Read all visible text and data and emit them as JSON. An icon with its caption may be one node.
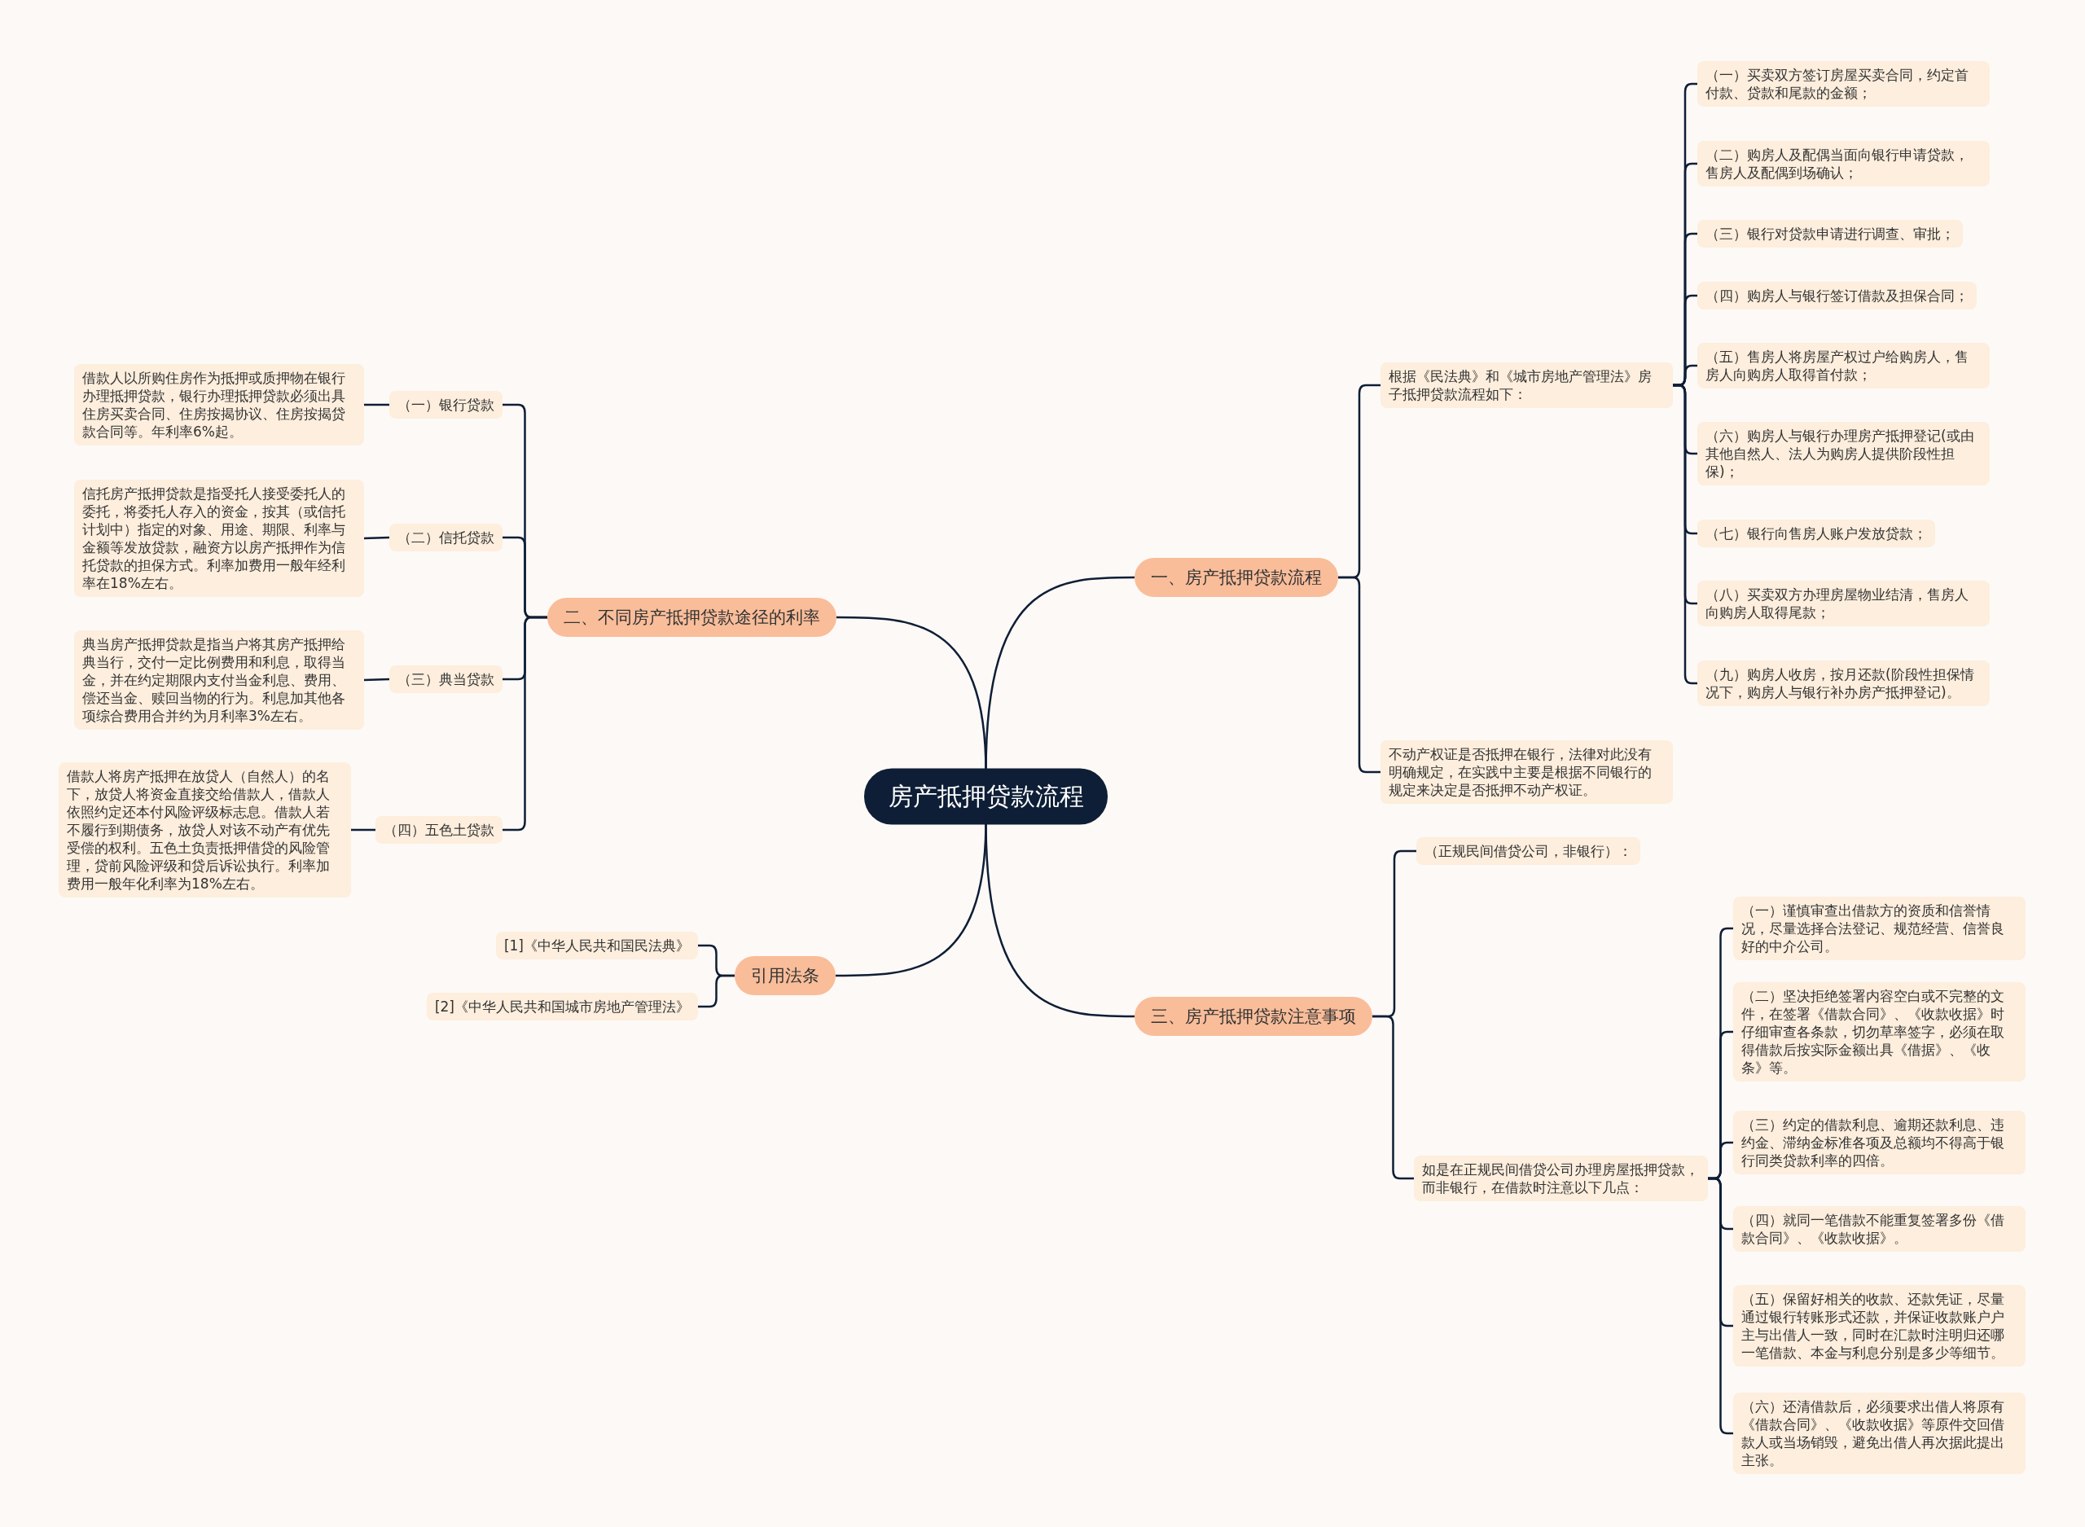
{
  "diagram": {
    "nodes": [
      {
        "text": [
          "房产抵押贷款流程"
        ]
      },
      {
        "text": [
          "一、房产抵押贷款流程"
        ]
      },
      {
        "text": [
          "根据《民法典》和《城市房地产管理法》房子抵押贷款流程如下："
        ]
      },
      {
        "text": [
          "（一）买卖双方签订房屋买卖合同，约定首付款、贷款和尾款的金额；"
        ]
      },
      {
        "text": [
          "（二）购房人及配偶当面向银行申请贷款，售房人及配偶到场确认；"
        ]
      },
      {
        "text": [
          "（三）银行对贷款申请进行调查、审批；"
        ]
      },
      {
        "text": [
          "（四）购房人与银行签订借款及担保合同；"
        ]
      },
      {
        "text": [
          "（五）售房人将房屋产权过户给购房人，售房人向购房人取得首付款；"
        ]
      },
      {
        "text": [
          "（六）购房人与银行办理房产抵押登记(或由其他自然人、法人为购房人提供阶段性担保)；"
        ]
      },
      {
        "text": [
          "（七）银行向售房人账户发放贷款；"
        ]
      },
      {
        "text": [
          "（八）买卖双方办理房屋物业结清，售房人向购房人取得尾款；"
        ]
      },
      {
        "text": [
          "（九）购房人收房，按月还款(阶段性担保情况下，购房人与银行补办房产抵押登记)。"
        ]
      },
      {
        "text": [
          "不动产权证是否抵押在银行，法律对此没有明确规定，在实践中主要是根据不同银行的规定来决定是否抵押不动产权证。"
        ]
      },
      {
        "text": [
          "三、房产抵押贷款注意事项"
        ]
      },
      {
        "text": [
          "（正规民间借贷公司，非银行）："
        ]
      },
      {
        "text": [
          "如是在正规民间借贷公司办理房屋抵押贷款，而非银行，在借款时注意以下几点："
        ]
      },
      {
        "text": [
          "（一）谨慎审查出借款方的资质和信誉情况，尽量选择合法登记、规范经营、信誉良好的中介公司。"
        ]
      },
      {
        "text": [
          "（二）坚决拒绝签署内容空白或不完整的文件，在签署《借款合同》、《收款收据》时仔细审查各条款，切勿草率签字，必须在取得借款后按实际金额出具《借据》、《收条》等。"
        ]
      },
      {
        "text": [
          "（三）约定的借款利息、逾期还款利息、违约金、滞纳金标准各项及总额均不得高于银行同类贷款利率的四倍。"
        ]
      },
      {
        "text": [
          "（四）就同一笔借款不能重复签署多份《借款合同》、《收款收据》。"
        ]
      },
      {
        "text": [
          "（五）保留好相关的收款、还款凭证，尽量通过银行转账形式还款，并保证收款账户户主与出借人一致，同时在汇款时注明归还哪一笔借款、本金与利息分别是多少等细节。"
        ]
      },
      {
        "text": [
          "（六）还清借款后，必须要求出借人将原有《借款合同》、《收款收据》等原件交回借款人或当场销毁，避免出借人再次据此提出主张。"
        ]
      },
      {
        "text": [
          "二、不同房产抵押贷款途径的利率"
        ]
      },
      {
        "text": [
          "（一）银行贷款"
        ]
      },
      {
        "text": [
          "借款人以所购住房作为抵押或质押物在银行办理抵押贷款，银行办理抵押贷款必须出具住房买卖合同、住房按揭协议、住房按揭贷款合同等。年利率6%起。"
        ]
      },
      {
        "text": [
          "（二）信托贷款"
        ]
      },
      {
        "text": [
          "信托房产抵押贷款是指受托人接受委托人的委托，将委托人存入的资金，按其（或信托计划中）指定的对象、用途、期限、利率与金额等发放贷款，融资方以房产抵押作为信托贷款的担保方式。利率加费用一般年经利率在18%左右。"
        ]
      },
      {
        "text": [
          "（三）典当贷款"
        ]
      },
      {
        "text": [
          "典当房产抵押贷款是指当户将其房产抵押给典当行，交付一定比例费用和利息，取得当金，并在约定期限内支付当金利息、费用、偿还当金、赎回当物的行为。利息加其他各项综合费用合并约为月利率3%左右。"
        ]
      },
      {
        "text": [
          "（四）五色土贷款"
        ]
      },
      {
        "text": [
          "借款人将房产抵押在放贷人（自然人）的名下，放贷人将资金直接交给借款人，借款人依照约定还本付风险评级标志息。借款人若不履行到期债务，放贷人对该不动产有优先受偿的权利。五色土负责抵押借贷的风险管理，贷前风险评级和贷后诉讼执行。利率加费用一般年化利率为18%左右。"
        ]
      },
      {
        "text": [
          "引用法条"
        ]
      },
      {
        "text": [
          "[1]《中华人民共和国民法典》"
        ]
      },
      {
        "text": [
          "[2]《中华人民共和国城市房地产管理法》"
        ]
      }
    ],
    "edges": [
      {
        "from": 0,
        "to": 1,
        "arrow": "none"
      },
      {
        "from": 1,
        "to": 2,
        "arrow": "none"
      },
      {
        "from": 2,
        "to": 3,
        "arrow": "none"
      },
      {
        "from": 2,
        "to": 4,
        "arrow": "none"
      },
      {
        "from": 2,
        "to": 5,
        "arrow": "none"
      },
      {
        "from": 2,
        "to": 6,
        "arrow": "none"
      },
      {
        "from": 2,
        "to": 7,
        "arrow": "none"
      },
      {
        "from": 2,
        "to": 8,
        "arrow": "none"
      },
      {
        "from": 2,
        "to": 9,
        "arrow": "none"
      },
      {
        "from": 2,
        "to": 10,
        "arrow": "none"
      },
      {
        "from": 2,
        "to": 11,
        "arrow": "none"
      },
      {
        "from": 1,
        "to": 12,
        "arrow": "none"
      },
      {
        "from": 0,
        "to": 13,
        "arrow": "none"
      },
      {
        "from": 13,
        "to": 14,
        "arrow": "none"
      },
      {
        "from": 13,
        "to": 15,
        "arrow": "none"
      },
      {
        "from": 15,
        "to": 16,
        "arrow": "none"
      },
      {
        "from": 15,
        "to": 17,
        "arrow": "none"
      },
      {
        "from": 15,
        "to": 18,
        "arrow": "none"
      },
      {
        "from": 15,
        "to": 19,
        "arrow": "none"
      },
      {
        "from": 15,
        "to": 20,
        "arrow": "none"
      },
      {
        "from": 15,
        "to": 21,
        "arrow": "none"
      },
      {
        "from": 0,
        "to": 22,
        "arrow": "none"
      },
      {
        "from": 22,
        "to": 23,
        "arrow": "none"
      },
      {
        "from": 23,
        "to": 24,
        "arrow": "none"
      },
      {
        "from": 22,
        "to": 25,
        "arrow": "none"
      },
      {
        "from": 25,
        "to": 26,
        "arrow": "none"
      },
      {
        "from": 22,
        "to": 27,
        "arrow": "none"
      },
      {
        "from": 27,
        "to": 28,
        "arrow": "none"
      },
      {
        "from": 22,
        "to": 29,
        "arrow": "none"
      },
      {
        "from": 29,
        "to": 30,
        "arrow": "none"
      },
      {
        "from": 0,
        "to": 31,
        "arrow": "none"
      },
      {
        "from": 31,
        "to": 32,
        "arrow": "none"
      },
      {
        "from": 31,
        "to": 33,
        "arrow": "none"
      }
    ]
  }
}
